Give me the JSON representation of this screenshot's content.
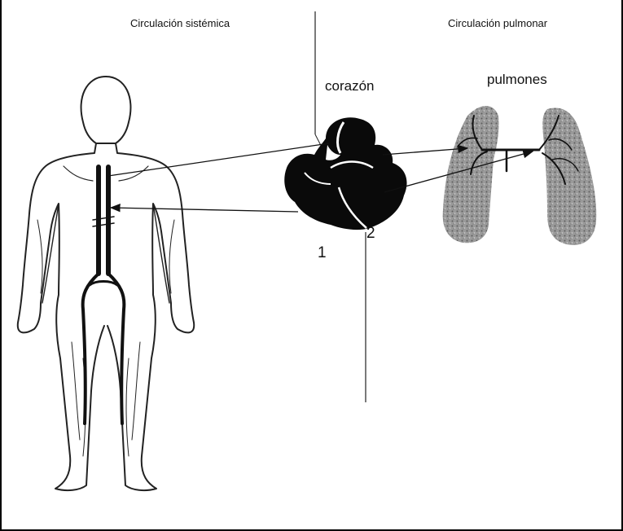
{
  "sections": {
    "systemic": "Circulación sistémica",
    "pulmonary": "Circulación pulmonar"
  },
  "labels": {
    "heart": "corazón",
    "lungs": "pulmones",
    "marker_1": "1",
    "marker_2": "2"
  }
}
